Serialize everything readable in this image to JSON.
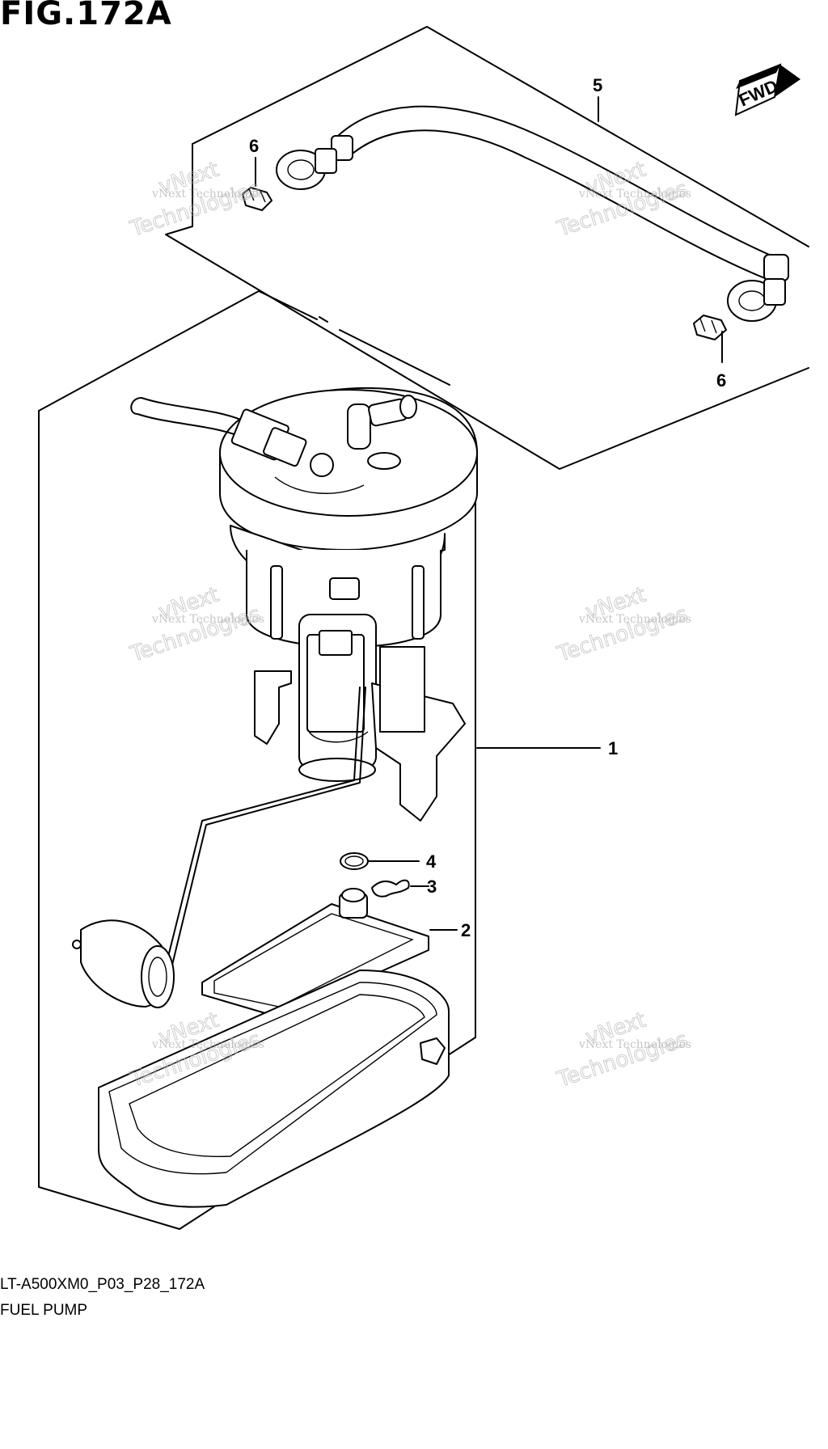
{
  "figure": {
    "title": "FIG.172A",
    "ref_code": "LT-A500XM0_P03_P28_172A",
    "caption": "FUEL PUMP"
  },
  "direction_badge": {
    "label": "FWD"
  },
  "callouts": [
    {
      "id": "1",
      "label": "1"
    },
    {
      "id": "2",
      "label": "2"
    },
    {
      "id": "3",
      "label": "3"
    },
    {
      "id": "4",
      "label": "4"
    },
    {
      "id": "5",
      "label": "5"
    },
    {
      "id": "6a",
      "label": "6"
    },
    {
      "id": "6b",
      "label": "6"
    }
  ],
  "watermark": {
    "small": "vNext Technologies",
    "big_line1": "vNext",
    "big_line2": "Technologies"
  }
}
